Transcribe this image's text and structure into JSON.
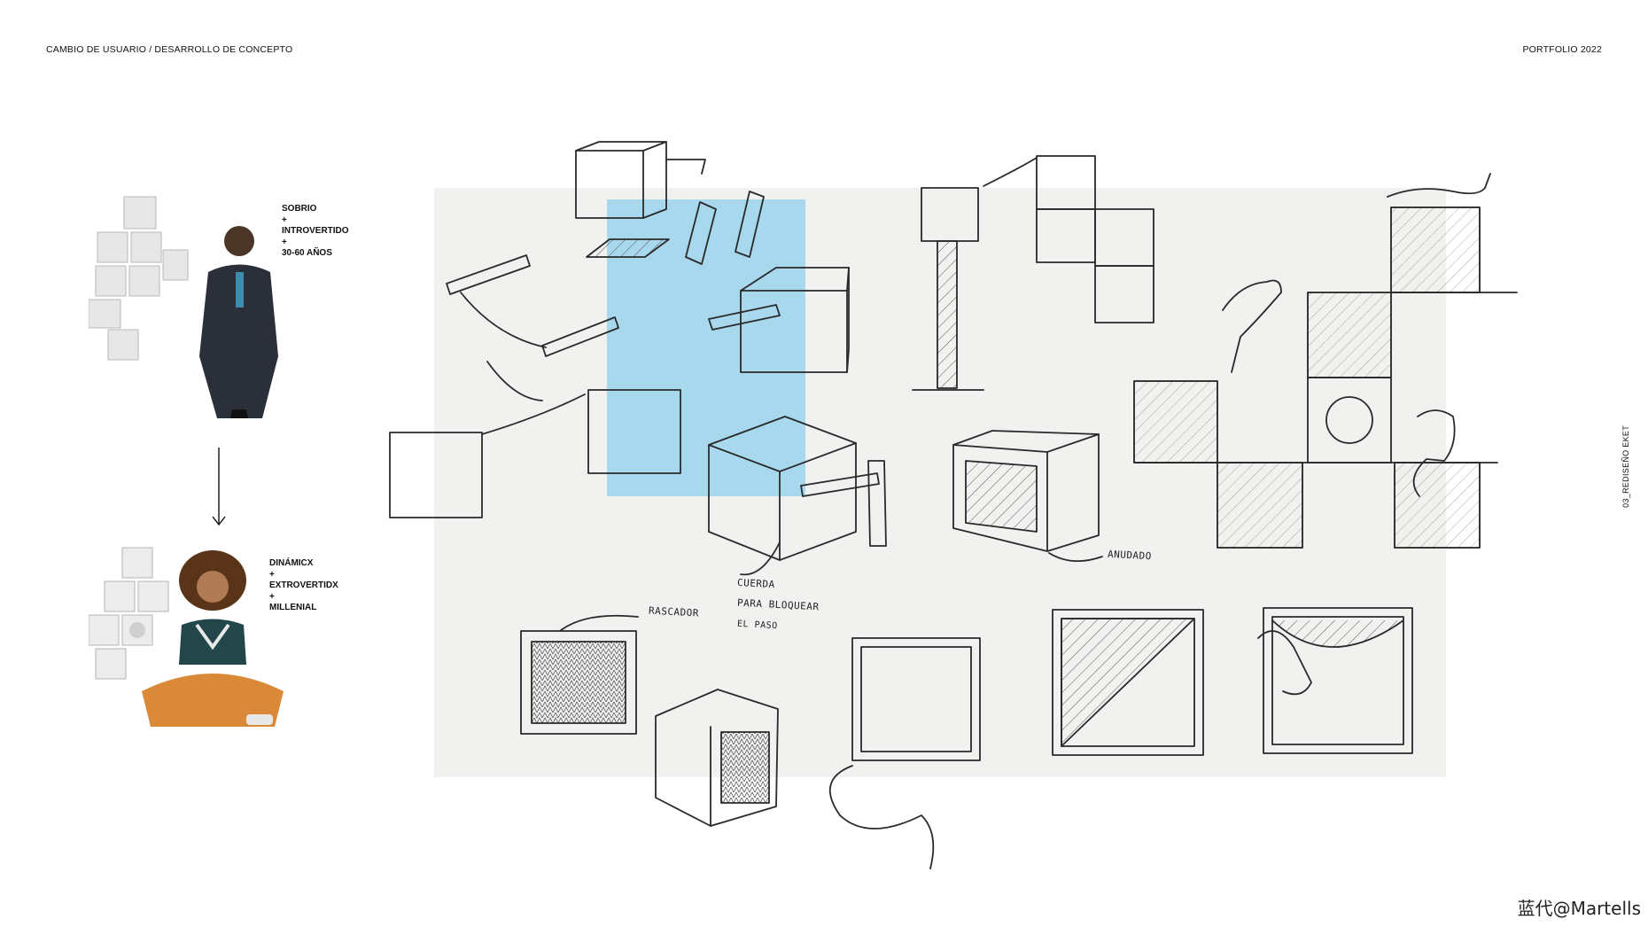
{
  "header": {
    "left_title": "CAMBIO DE USUARIO / DESARROLLO DE CONCEPTO",
    "right_title": "PORTFOLIO 2022"
  },
  "side_label": "03_REDISEÑO EKET",
  "personas": [
    {
      "text": "SOBRIO\n+\nINTROVERTIDO\n+\n30-60 AÑOS"
    },
    {
      "text": "DINÁMICX\n+\nEXTROVERTIDX\n+\nMILLENIAL"
    }
  ],
  "annotations": {
    "cuerda": "CUERDA",
    "para_bloquear": "PARA BLOQUEAR",
    "el_paso": "EL PASO",
    "anudado": "ANUDADO",
    "rascador": "RASCADOR"
  },
  "colors": {
    "paper": "#f1f1ef",
    "blue": "#a8d8ee",
    "ink": "#2a2a2a"
  },
  "watermark": "蓝代@Martells"
}
